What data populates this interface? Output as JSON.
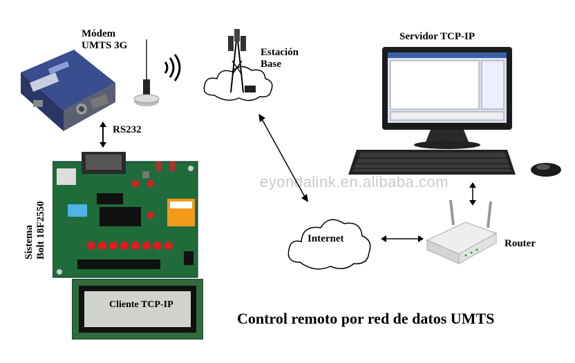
{
  "labels": {
    "modem_line1": "Módem",
    "modem_line2": "UMTS 3G",
    "rs232": "RS232",
    "base_line1": "Estación",
    "base_line2": "Base",
    "server": "Servidor TCP-IP",
    "system_line1": "Sistema",
    "system_line2": "Bolt 18F2550",
    "internet": "Internet",
    "router": "Router",
    "lcd": "Cliente TCP-IP"
  },
  "watermark": "eyondalink.en.alibaba.com",
  "title": "Control remoto por red de datos UMTS",
  "colors": {
    "pcb": "#1f6b3a",
    "led": "#e21b1b",
    "relay": "#f39a1a",
    "lcd_screen": "#cfd3cc",
    "modem_body": "#2f3e78",
    "monitor": "#1b1b1b",
    "screen": "#d9e1ee"
  }
}
